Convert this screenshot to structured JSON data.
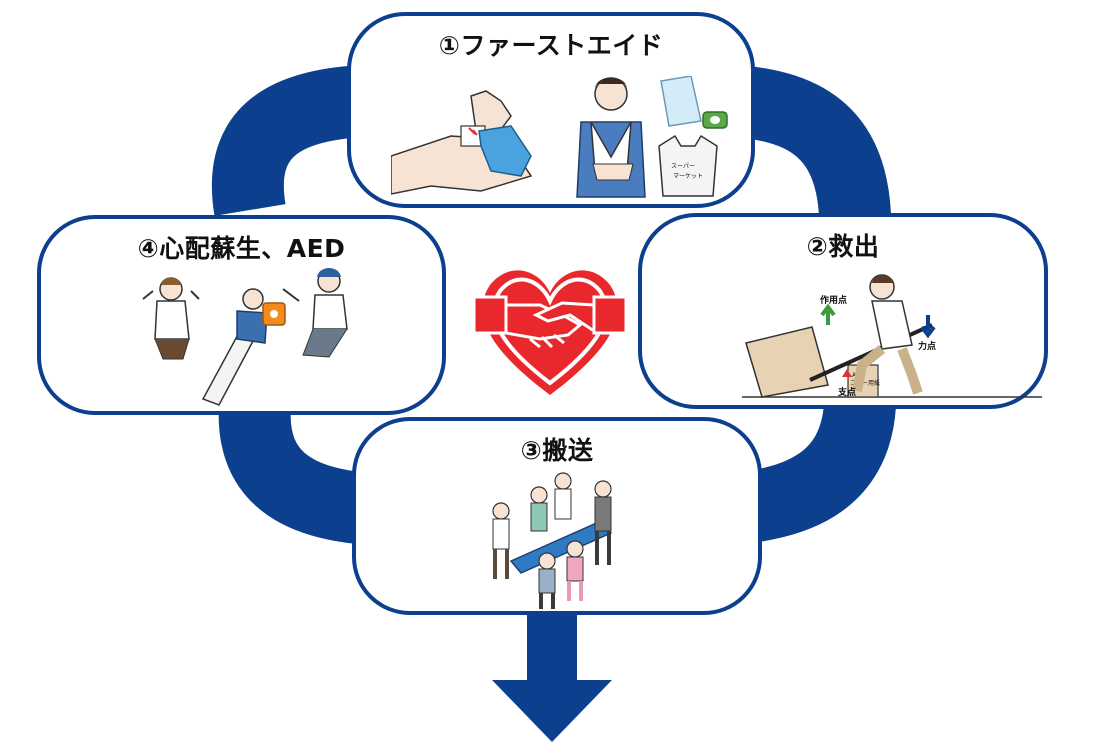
{
  "colors": {
    "loop": "#0d3f8f",
    "heart": "#e8282d",
    "handshake": "#e8282d"
  },
  "steps": [
    {
      "id": "first-aid",
      "title": "①ファーストエイド"
    },
    {
      "id": "rescue",
      "title": "②救出"
    },
    {
      "id": "transport",
      "title": "③搬送"
    },
    {
      "id": "cpr-aed",
      "title": "④心配蘇生、AED"
    }
  ],
  "rescue_labels": {
    "effort": "作用点",
    "force": "力点",
    "fulcrum": "支点",
    "box_label_line1": "A4",
    "box_label_line2": "コピー用紙"
  },
  "first_aid_labels": {
    "bag_text_line1": "スーパー",
    "bag_text_line2": "マーケット"
  },
  "center_icon": "heart-handshake-icon",
  "flow_arrow": "arrow-down-icon"
}
